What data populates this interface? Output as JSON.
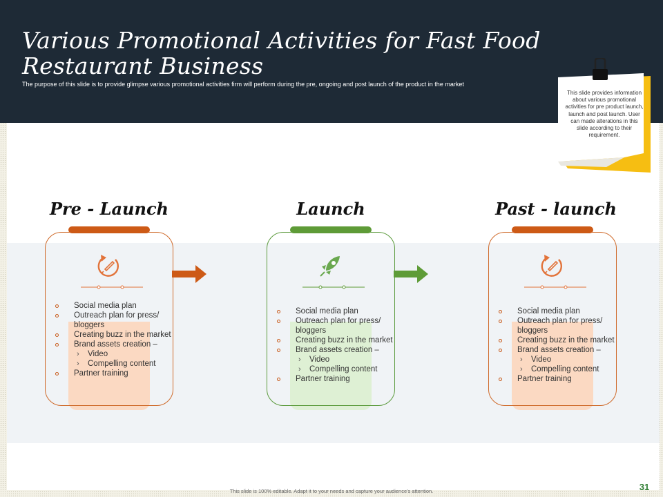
{
  "slide": {
    "title": "Various Promotional Activities for Fast Food Restaurant Business",
    "subtitle": "The purpose of this slide is to provide glimpse various promotional activities firm will perform during the pre, ongoing and post launch of the product in the market",
    "footer": "This slide is 100% editable. Adapt it to your needs and capture your audience's attention.",
    "page_number": "31"
  },
  "note": {
    "text": "This slide provides information about various promotional activities for pre product launch, launch and post launch. User can made alterations in this slide according to their requirement."
  },
  "colors": {
    "header_bg": "#1e2a36",
    "orange": "#cd5a16",
    "green": "#5e9b37",
    "orange_fill": "#fbd9c2",
    "green_fill": "#def0d4",
    "note_yellow": "#f6be12"
  },
  "stages": [
    {
      "title": "Pre - Launch",
      "icon": "rocket-refresh-icon",
      "items": [
        "Social media plan",
        "Outreach plan for press/ bloggers",
        "Creating buzz in the market",
        "Brand assets creation –"
      ],
      "subitems": [
        "Video",
        "Compelling content"
      ],
      "last_item": "Partner training"
    },
    {
      "title": "Launch",
      "icon": "rocket-icon",
      "items": [
        "Social media plan",
        "Outreach plan for press/ bloggers",
        "Creating buzz in the market",
        "Brand assets creation –"
      ],
      "subitems": [
        "Video",
        "Compelling content"
      ],
      "last_item": "Partner training"
    },
    {
      "title": "Past - launch",
      "icon": "rocket-refresh-icon",
      "items": [
        "Social media plan",
        "Outreach plan for press/ bloggers",
        "Creating buzz in the market",
        "Brand assets creation –"
      ],
      "subitems": [
        "Video",
        "Compelling content"
      ],
      "last_item": "Partner training"
    }
  ]
}
